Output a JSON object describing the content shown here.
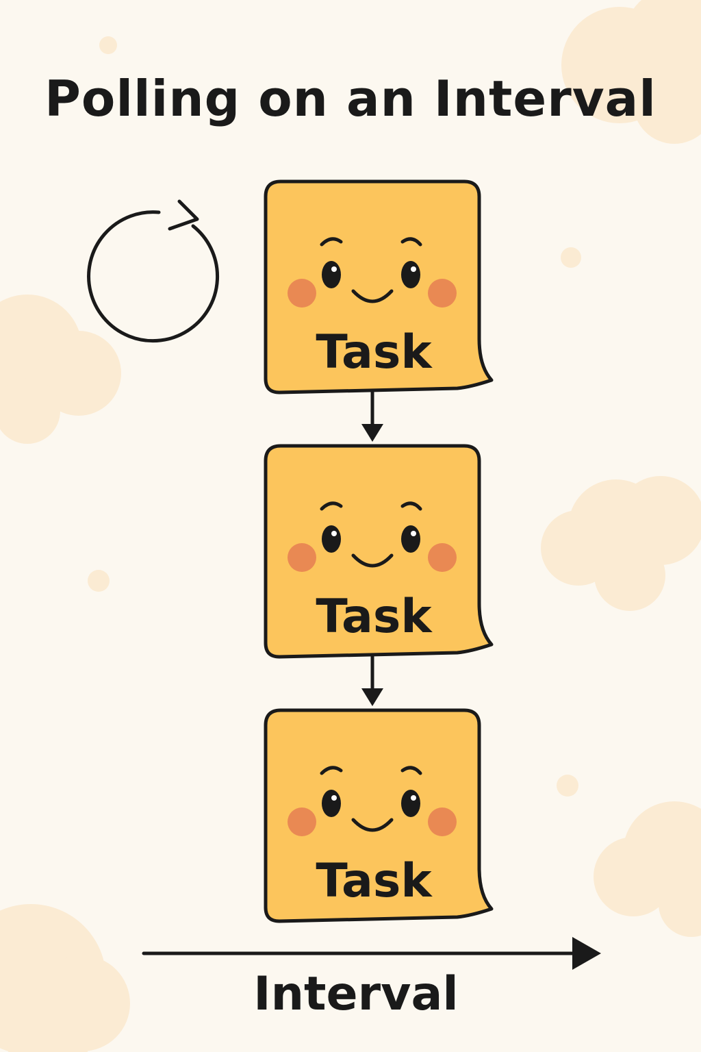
{
  "title": "Polling on an Interval",
  "tasks": [
    {
      "label": "Task"
    },
    {
      "label": "Task"
    },
    {
      "label": "Task"
    }
  ],
  "axis_label": "Interval",
  "icons": {
    "cycle": "circular-arrow-icon",
    "face": "smiley-face-icon"
  },
  "colors": {
    "background": "#fcf8f0",
    "cloud": "#fbebd3",
    "card": "#fcc55c",
    "outline": "#1a1a1a",
    "cheek": "#e98953"
  }
}
